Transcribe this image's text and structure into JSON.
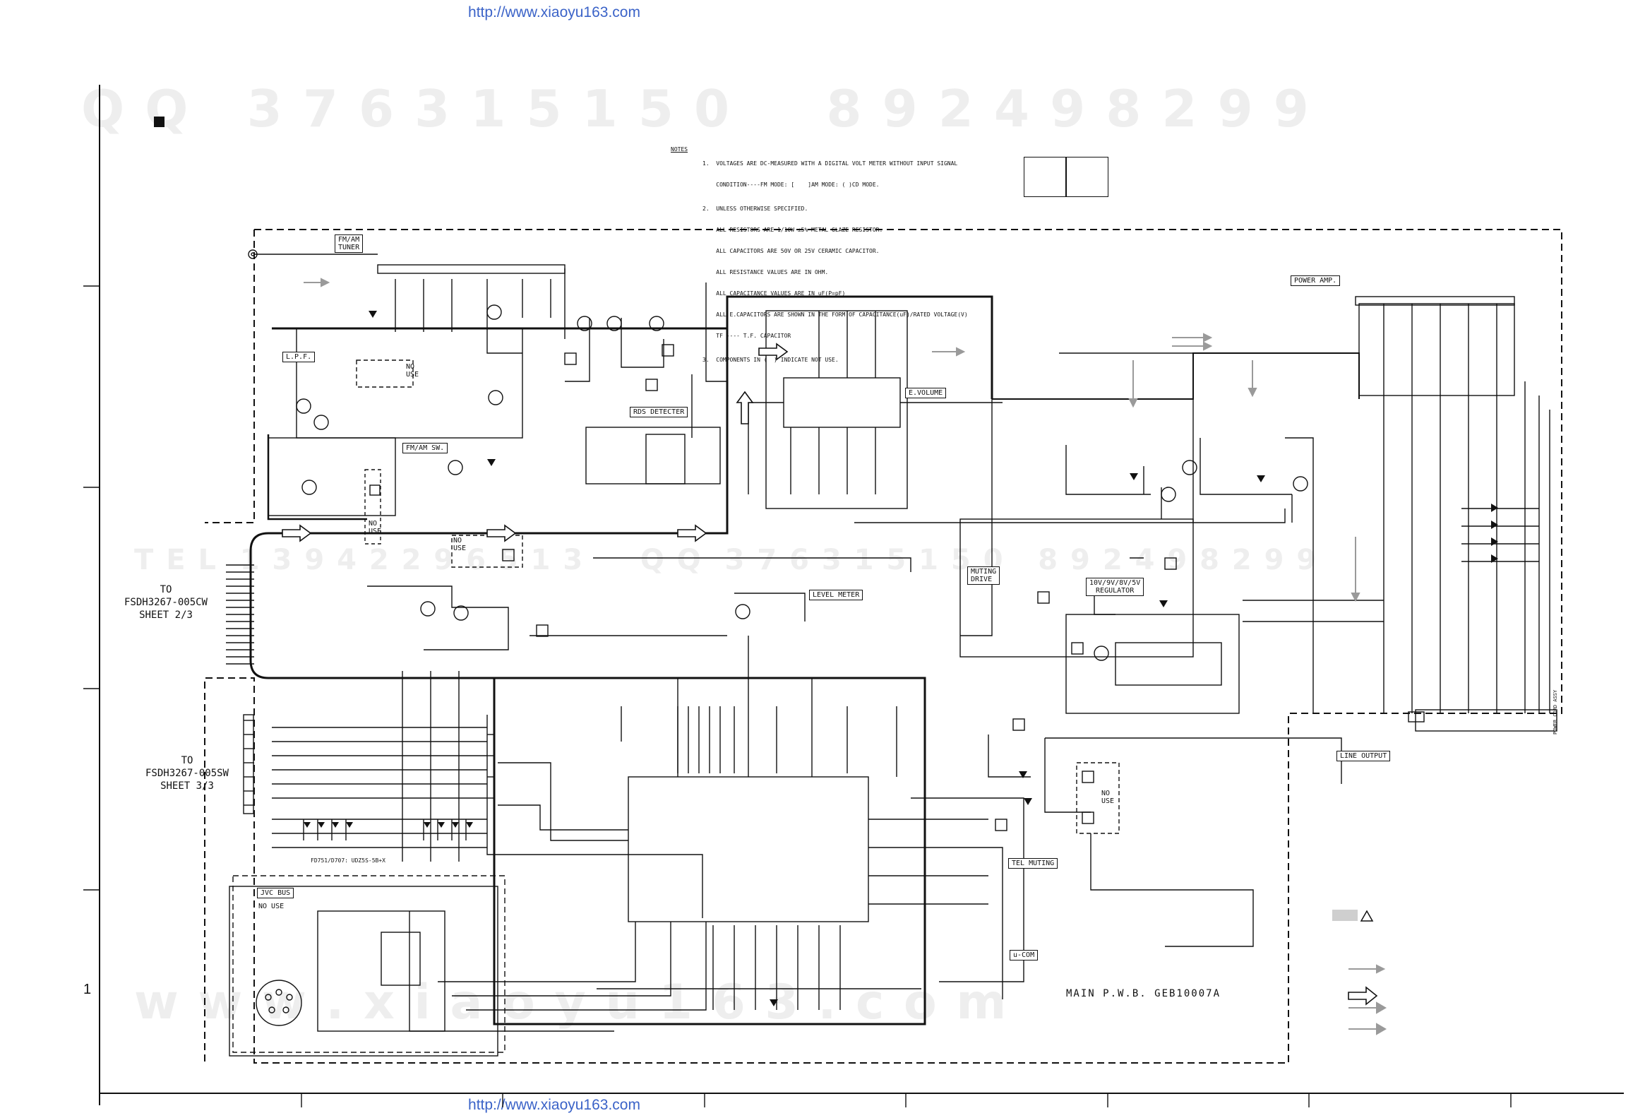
{
  "header_url": "http://www.xiaoyu163.com",
  "footer_url": "http://www.xiaoyu163.com",
  "watermarks": {
    "qq": "Q Q   3 7 6 3 1 5 1 5 0     8 9 2 4 9 8 2 9 9",
    "tel": "T E L  1 3 9 4 2 2 9 6 5 1 3     Q Q  3 7 6 3 1 5 1 5 0   8 9 2 4 9 8 2 9 9",
    "www": "w w w . x i a o y u 1 6 3 . c o m"
  },
  "row_number": "1",
  "notes": {
    "heading": "NOTES",
    "lines": [
      "1.  VOLTAGES ARE DC-MEASURED WITH A DIGITAL VOLT METER WITHOUT INPUT SIGNAL",
      "    CONDITION----FM MODE: [    ]AM MODE: ( )CD MODE.",
      "2.  UNLESS OTHERWISE SPECIFIED.",
      "    ALL RESISTORS ARE 1/10W ±5% METAL GLAZE RESISTOR.",
      "    ALL CAPACITORS ARE 50V OR 25V CERAMIC CAPACITOR.",
      "    ALL RESISTANCE VALUES ARE IN OHM.",
      "    ALL CAPACITANCE VALUES ARE IN uF(P=pF)",
      "    ALL E.CAPACITORS ARE SHOWN IN THE FORM OF CAPACITANCE(uF)/RATED VOLTAGE(V)",
      "    TF ---- T.F. CAPACITOR",
      "3.  COMPONENTS IN (  ) INDICATE NOT USE."
    ]
  },
  "blocks": {
    "tuner": "FM/AM\nTUNER",
    "lpf": "L.P.F.",
    "fmam_sw": "FM/AM SW.",
    "rds": "RDS DETECTER",
    "evolume": "E.VOLUME",
    "power_amp": "POWER AMP.",
    "muting_drive": "MUTING\nDRIVE",
    "regulator": "10V/9V/8V/5V\nREGULATOR",
    "level_meter": "LEVEL METER",
    "line_output": "LINE OUTPUT",
    "tel_muting": "TEL MUTING",
    "ucom": "u-COM",
    "jvc_bus": "JVC BUS",
    "jvc_no_use": "NO USE",
    "no_use": "NO\nUSE"
  },
  "to_labels": {
    "sheet2": "TO\nFSDH3267-005CW\nSHEET 2/3",
    "sheet3": "TO\nFSDH3267-005SW\nSHEET 3/3"
  },
  "pwb_label": "MAIN P.W.B. GEB10007A",
  "power_connector_label": "POWER CORD ASSY",
  "led_label": "FD751/D707: UDZ5S-5B+X",
  "colors": {
    "line": "#111111",
    "signal_arrow": "#9a9a9a",
    "header_link": "#3b63c8",
    "watermark": "#eeeeee"
  }
}
